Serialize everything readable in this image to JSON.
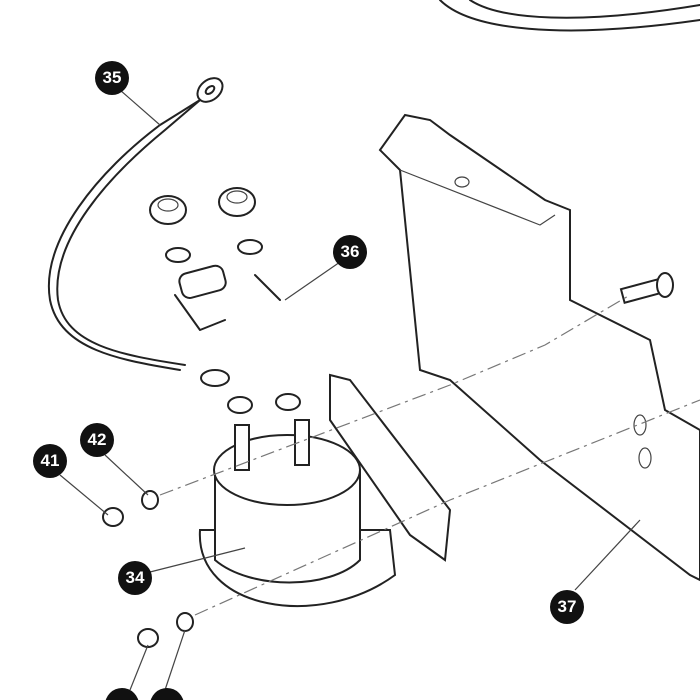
{
  "diagram": {
    "callouts": [
      {
        "id": "callout-35-cable",
        "label": "35"
      },
      {
        "id": "callout-36-link",
        "label": "36"
      },
      {
        "id": "callout-42-washer",
        "label": "42"
      },
      {
        "id": "callout-41-nut",
        "label": "41"
      },
      {
        "id": "callout-34-solenoid",
        "label": "34"
      },
      {
        "id": "callout-37-bracket",
        "label": "37"
      }
    ]
  }
}
